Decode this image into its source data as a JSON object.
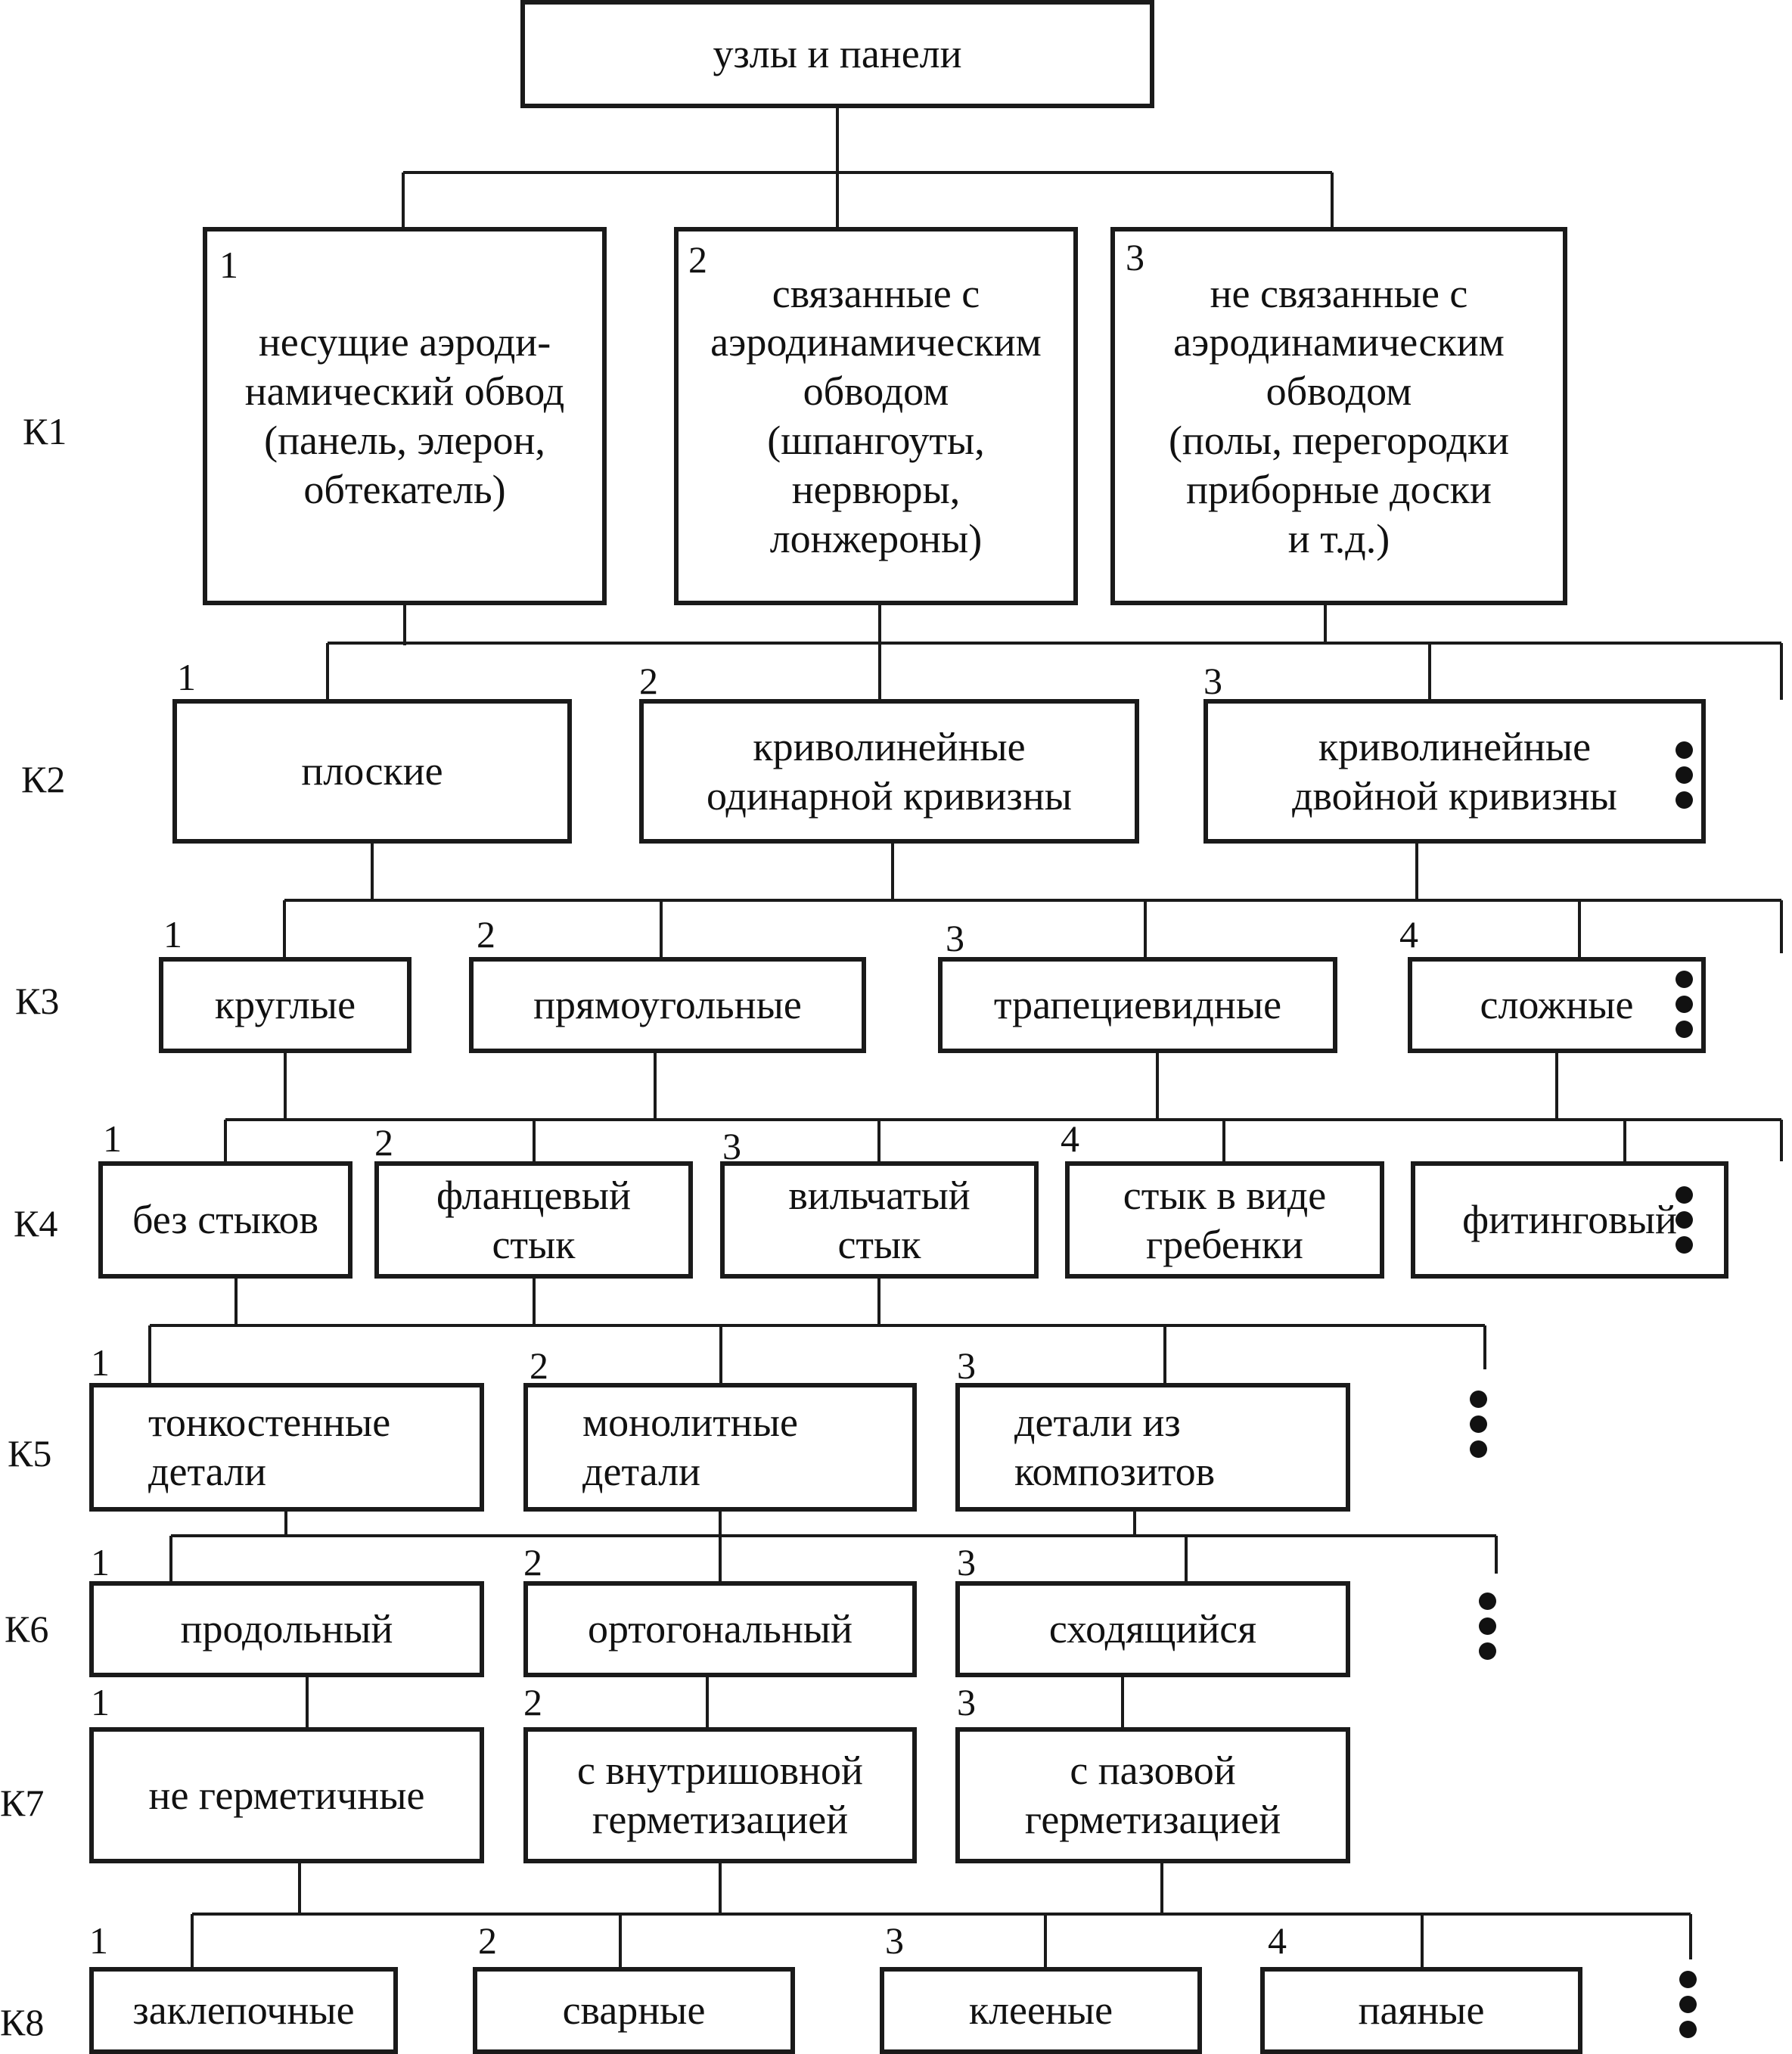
{
  "root": "узлы и панели",
  "levels": [
    {
      "id": "K1",
      "label": "К1",
      "items": [
        {
          "num": "1",
          "text": "несущие аэроди-\nнамический обвод\n(панель, элерон,\nобтекатель)"
        },
        {
          "num": "2",
          "text": "связанные с\nаэродинамическим\nобводом\n(шпангоуты,\nнервюры,\nлонжероны)"
        },
        {
          "num": "3",
          "text": "не связанные с\nаэродинамическим\nобводом\n(полы, перегородки\nприборные доски\nи т.д.)"
        }
      ]
    },
    {
      "id": "K2",
      "label": "К2",
      "items": [
        {
          "num": "1",
          "text": "плоские"
        },
        {
          "num": "2",
          "text": "криволинейные\nодинарной кривизны"
        },
        {
          "num": "3",
          "text": "криволинейные\nдвойной кривизны"
        }
      ]
    },
    {
      "id": "K3",
      "label": "К3",
      "items": [
        {
          "num": "1",
          "text": "круглые"
        },
        {
          "num": "2",
          "text": "прямоугольные"
        },
        {
          "num": "3",
          "text": "трапециевидные"
        },
        {
          "num": "4",
          "text": "сложные"
        }
      ]
    },
    {
      "id": "K4",
      "label": "К4",
      "items": [
        {
          "num": "1",
          "text": "без стыков"
        },
        {
          "num": "2",
          "text": "фланцевый\nстык"
        },
        {
          "num": "3",
          "text": "вильчатый\nстык"
        },
        {
          "num": "4",
          "text": "стык в виде\nгребенки"
        },
        {
          "num": "",
          "text": "фитинговый"
        }
      ]
    },
    {
      "id": "K5",
      "label": "К5",
      "items": [
        {
          "num": "1",
          "text": "тонкостенные\nдетали"
        },
        {
          "num": "2",
          "text": "монолитные\nдетали"
        },
        {
          "num": "3",
          "text": "детали из\nкомпозитов"
        }
      ]
    },
    {
      "id": "K6",
      "label": "К6",
      "items": [
        {
          "num": "1",
          "text": "продольный"
        },
        {
          "num": "2",
          "text": "ортогональный"
        },
        {
          "num": "3",
          "text": "сходящийся"
        }
      ]
    },
    {
      "id": "K7",
      "label": "К7",
      "items": [
        {
          "num": "1",
          "text": "не герметичные"
        },
        {
          "num": "2",
          "text": "с внутришовной\nгерметизацией"
        },
        {
          "num": "3",
          "text": "с пазовой\nгерметизацией"
        }
      ]
    },
    {
      "id": "K8",
      "label": "К8",
      "items": [
        {
          "num": "1",
          "text": "заклепочные"
        },
        {
          "num": "2",
          "text": "сварные"
        },
        {
          "num": "3",
          "text": "клееные"
        },
        {
          "num": "4",
          "text": "паяные"
        }
      ]
    }
  ]
}
